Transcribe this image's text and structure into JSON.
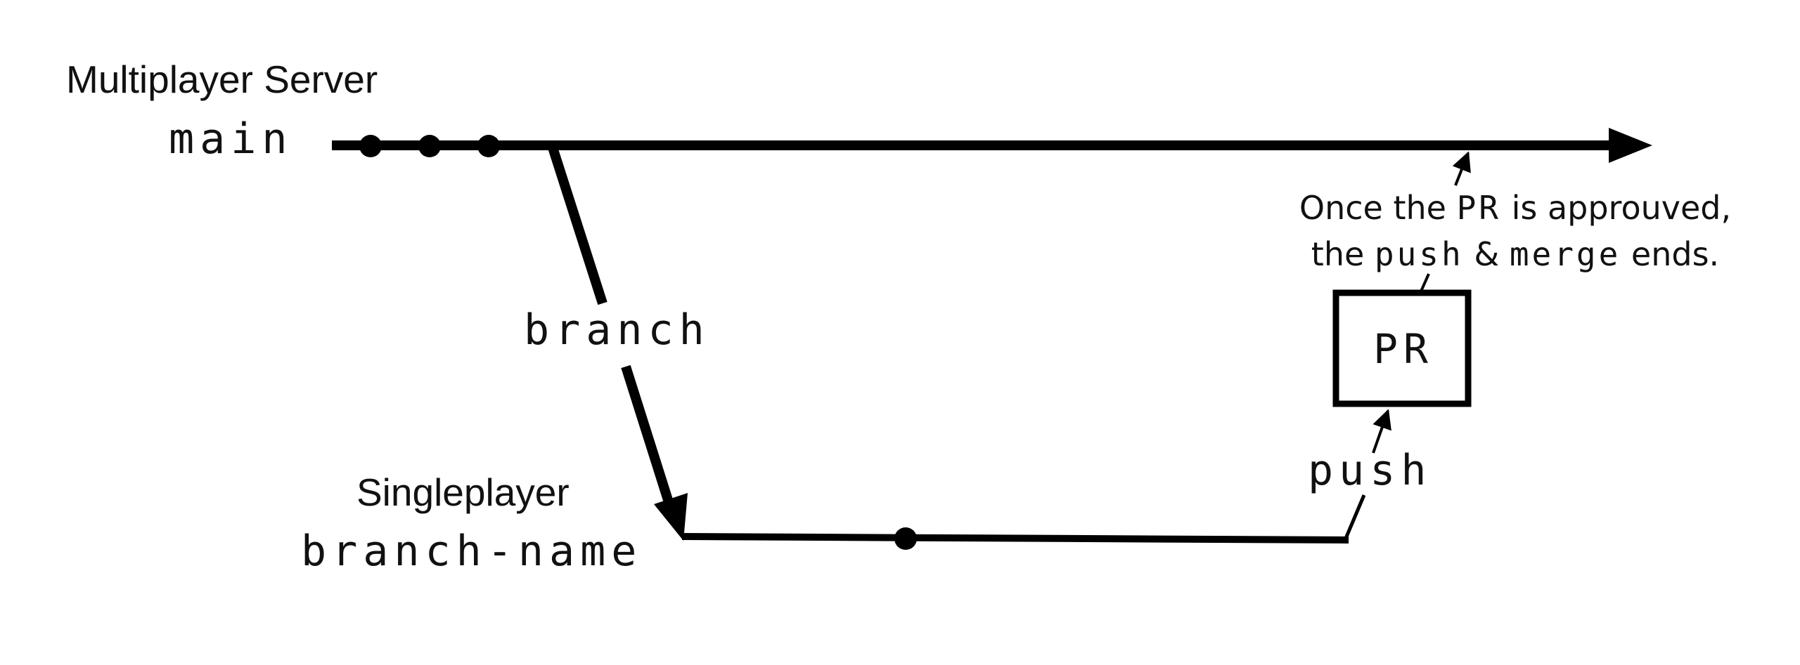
{
  "remote": {
    "title": "Multiplayer Server",
    "branch_name": "main"
  },
  "local": {
    "title": "Singleplayer",
    "branch_name": "branch-name"
  },
  "actions": {
    "branch": "branch",
    "push": "push"
  },
  "pr_box": {
    "label": "PR"
  },
  "note": {
    "line1_pre": "Once the ",
    "line1_code": "PR",
    "line1_post": " is approuved,",
    "line2_pre": "the ",
    "line2_code1": "push",
    "line2_mid": " & ",
    "line2_code2": "merge",
    "line2_post": " ends."
  },
  "colors": {
    "ink": "#000000",
    "background": "#ffffff"
  }
}
